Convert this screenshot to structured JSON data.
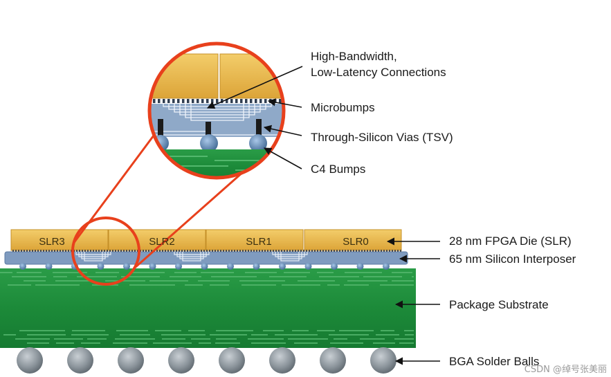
{
  "labels": {
    "hbw_line1": "High-Bandwidth,",
    "hbw_line2": "Low-Latency Connections",
    "microbumps": "Microbumps",
    "tsv": "Through-Silicon Vias (TSV)",
    "c4": "C4 Bumps",
    "fpga_die": "28 nm FPGA Die (SLR)",
    "interposer": "65 nm Silicon Interposer",
    "substrate": "Package Substrate",
    "bga": "BGA Solder Balls"
  },
  "dies": [
    "SLR3",
    "SLR2",
    "SLR1",
    "SLR0"
  ],
  "watermark": "CSDN @绰号张美丽",
  "colors": {
    "die": "#e8b84a",
    "interposer": "#7f9bbf",
    "substrate": "#1e8a3a",
    "callout": "#e8401c",
    "ball": "#8d959c"
  }
}
